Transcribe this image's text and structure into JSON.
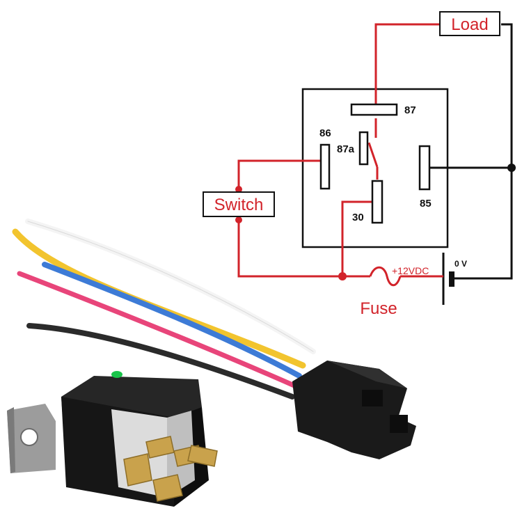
{
  "diagram": {
    "labels": {
      "load": "Load",
      "switch": "Switch",
      "fuse": "Fuse",
      "supply": "+12VDC",
      "ground": "0 V"
    },
    "terminals": {
      "t87": "87",
      "t87a": "87a",
      "t86": "86",
      "t85": "85",
      "t30": "30"
    },
    "colors": {
      "wire_positive": "#d2232a",
      "wire_ground": "#111111",
      "relay_outline": "#111111"
    }
  },
  "photo": {
    "wire_colors": [
      "#f4f4f4",
      "#f2c42e",
      "#3d7bd6",
      "#e8457a",
      "#2b2b2b"
    ],
    "led_color": "#19c44a",
    "housing_color": "#1a1a1a",
    "terminal_color": "#c9a24c"
  }
}
